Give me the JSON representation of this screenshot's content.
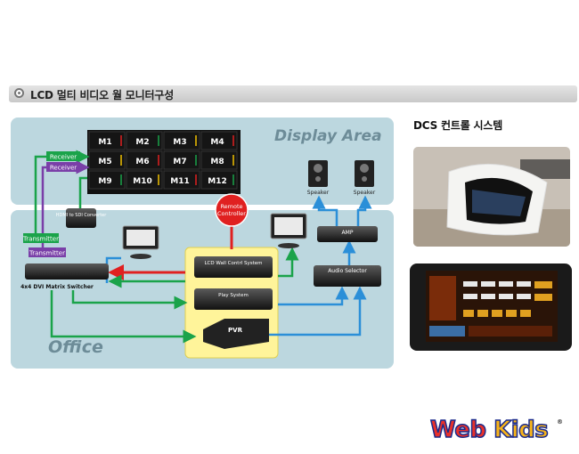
{
  "section": {
    "title": "LCD 멀티 비디오 월 모니터구성"
  },
  "diagram": {
    "display_area": "Display Area",
    "office": "Office",
    "wall_cells": [
      "M1",
      "M2",
      "M3",
      "M4",
      "M5",
      "M6",
      "M7",
      "M8",
      "M9",
      "M10",
      "M11",
      "M12"
    ],
    "receiver_1": "Receiver",
    "receiver_2": "Receiver",
    "transmitter_1": "Transmitter",
    "transmitter_2": "Transmitter",
    "converter": "HDMI to SDI Converter",
    "matrix_switcher": "4x4 DVI Matrix Switcher",
    "remote_controller_line1": "Remote",
    "remote_controller_line2": "Controller",
    "wall_control_system": "LCD Wall Contrl System",
    "play_system": "Play System",
    "pvr": "PVR",
    "speaker_1": "Speaker",
    "speaker_2": "Speaker",
    "amp": "AMP",
    "audio_selector": "Audio Selector"
  },
  "dcs": {
    "title": "DCS 컨트롤 시스템"
  },
  "logo": {
    "text_web": "Web",
    "text_kids": "Kids",
    "reg": "®"
  },
  "colors": {
    "green": "#1aa34a",
    "purple": "#7a3fa8",
    "red": "#e02020",
    "blue": "#2b8fd8",
    "panel": "#bcd7df",
    "yellow": "#fff49a"
  }
}
